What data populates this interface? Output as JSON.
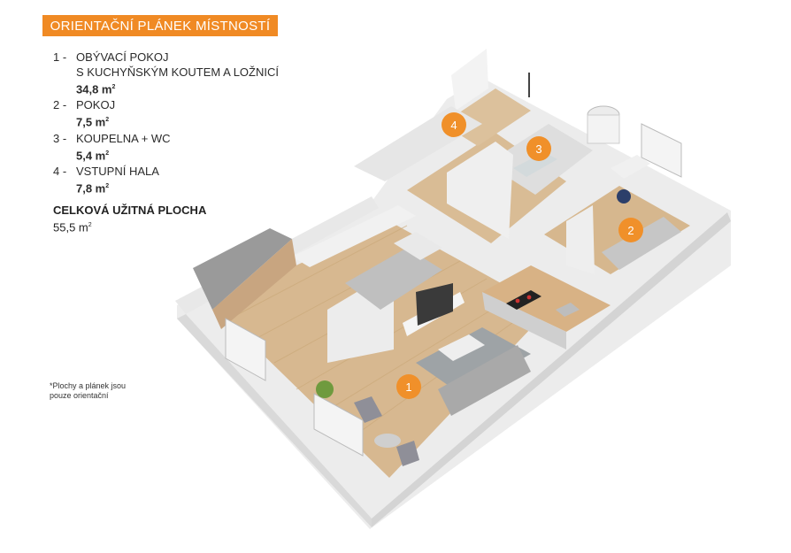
{
  "header": {
    "title": "ORIENTAČNÍ PLÁNEK MÍSTNOSTÍ"
  },
  "rooms": [
    {
      "number": "1",
      "name_line1": "OBÝVACÍ POKOJ",
      "name_line2": "S KUCHYŇSKÝM KOUTEM A LOŽNICÍ",
      "area": "34,8 m",
      "unit_sup": "2"
    },
    {
      "number": "2",
      "name_line1": "POKOJ",
      "area": "7,5 m",
      "unit_sup": "2"
    },
    {
      "number": "3",
      "name_line1": "KOUPELNA + WC",
      "area": "5,4 m",
      "unit_sup": "2"
    },
    {
      "number": "4",
      "name_line1": "VSTUPNÍ HALA",
      "area": "7,8 m",
      "unit_sup": "2"
    }
  ],
  "total": {
    "label": "CELKOVÁ UŽITNÁ PLOCHA",
    "value": "55,5 m",
    "unit_sup": "2"
  },
  "note": {
    "line1": "*Plochy  a plánek jsou",
    "line2": "pouze orientační"
  },
  "markers": [
    "1",
    "2",
    "3",
    "4"
  ],
  "colors": {
    "accent": "#f08a24",
    "wood": "#d2b38c",
    "wall": "#e4e4e4",
    "tile": "#dcdcdc"
  }
}
